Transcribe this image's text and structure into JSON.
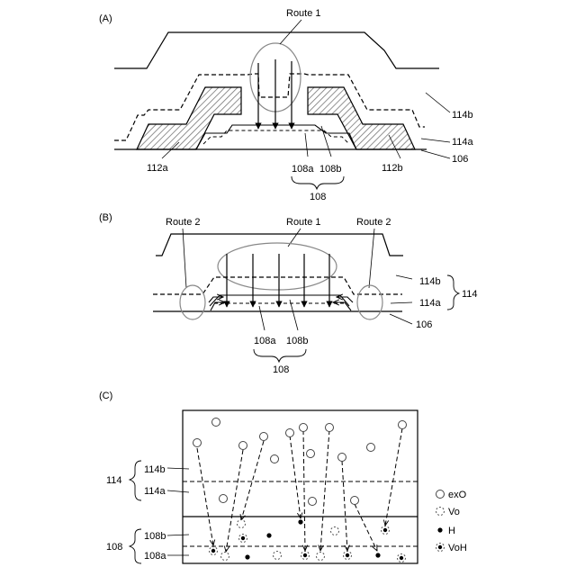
{
  "panelA": {
    "tag": "(A)",
    "route1": "Route 1",
    "l114b": "114b",
    "l114a": "114a",
    "l106": "106",
    "l112a": "112a",
    "l112b": "112b",
    "l108a": "108a",
    "l108b": "108b",
    "l108": "108"
  },
  "panelB": {
    "tag": "(B)",
    "route2_left": "Route 2",
    "route1": "Route 1",
    "route2_right": "Route 2",
    "l114b": "114b",
    "l114a": "114a",
    "l114": "114",
    "l106": "106",
    "l108a": "108a",
    "l108b": "108b",
    "l108": "108"
  },
  "panelC": {
    "tag": "(C)",
    "l114b": "114b",
    "l114a": "114a",
    "l114": "114",
    "l108b": "108b",
    "l108a": "108a",
    "l108": "108",
    "legend": [
      {
        "symbol": "open-circle",
        "label": "exO"
      },
      {
        "symbol": "dashed-circle",
        "label": "Vo"
      },
      {
        "symbol": "dot",
        "label": "H"
      },
      {
        "symbol": "dot-in-dashed-circle",
        "label": "VoH"
      }
    ]
  }
}
